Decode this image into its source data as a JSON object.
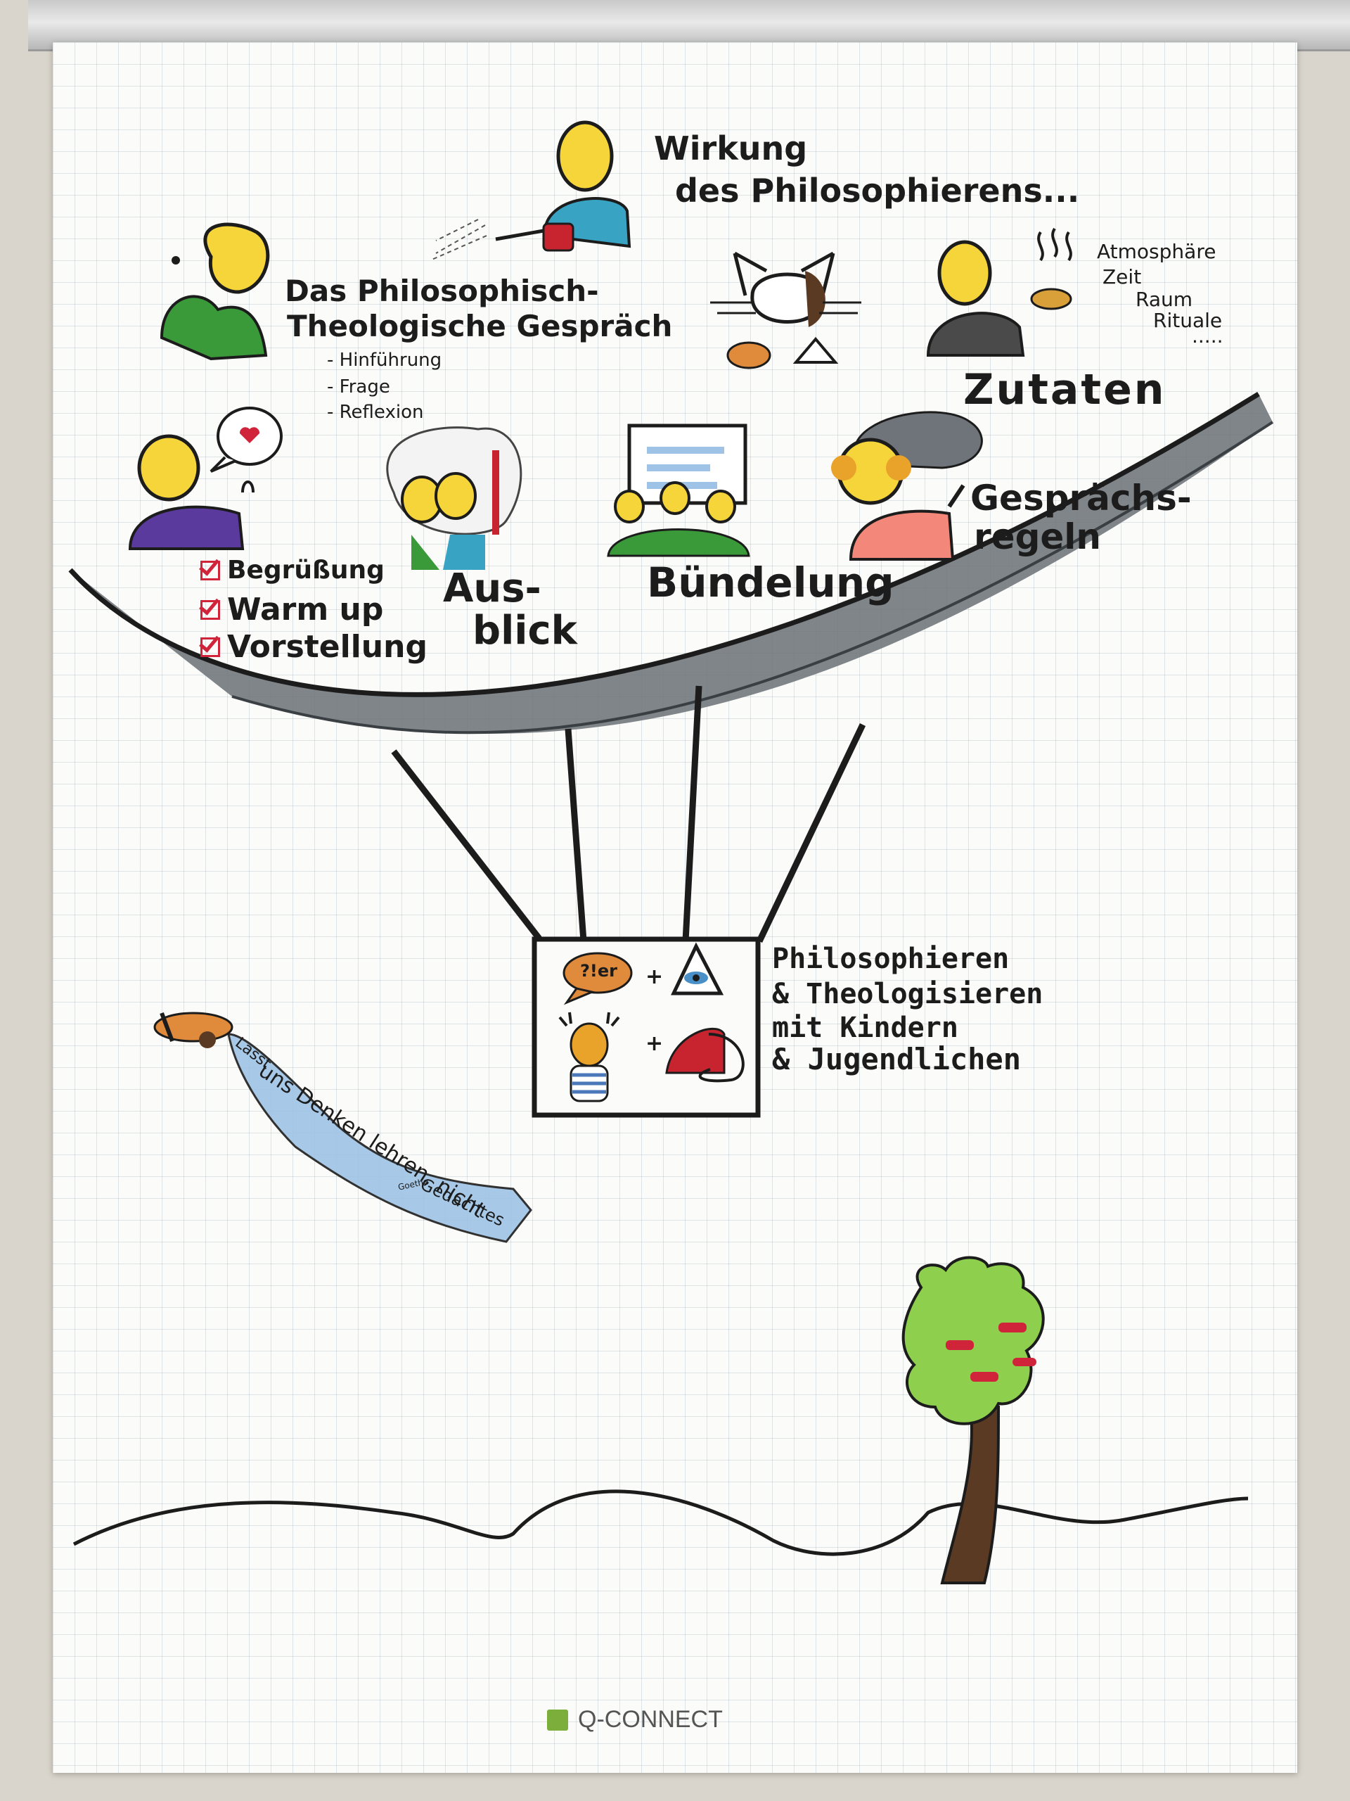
{
  "title": [
    "Wirkung",
    "des Philosophierens..."
  ],
  "gespraech": {
    "title": [
      "Das Philosophisch-",
      "Theologische Gespräch"
    ],
    "items": [
      "- Hinführung",
      "- Frage",
      "- Reflexion"
    ]
  },
  "zutaten": {
    "label": "Zutaten",
    "items": [
      "Atmosphäre",
      "Zeit",
      "Raum",
      "Rituale",
      "....."
    ]
  },
  "checklist": [
    "Begrüßung",
    "Warm up",
    "Vorstellung"
  ],
  "ausblick": [
    "Aus-",
    "blick"
  ],
  "buendelung": "Bündelung",
  "gespraechsregeln": [
    "Gesprächs-",
    "regeln"
  ],
  "basket_label": [
    "Philosophieren",
    "& Theologisieren",
    "mit Kindern",
    "& Jugendlichen"
  ],
  "basket_symbols": {
    "speech": "?!er",
    "plus": "+"
  },
  "banner": {
    "lines": [
      "Lasst",
      "uns Denken lehren, nicht",
      "Gedachtes"
    ],
    "author": "Goethe"
  },
  "brand": "Q-CONNECT",
  "colors": {
    "balloon": "#6e7479",
    "face": "#f5d53a",
    "ink": "#1c1c1c",
    "check": "#d0243a",
    "banner": "#9ec3e6"
  }
}
